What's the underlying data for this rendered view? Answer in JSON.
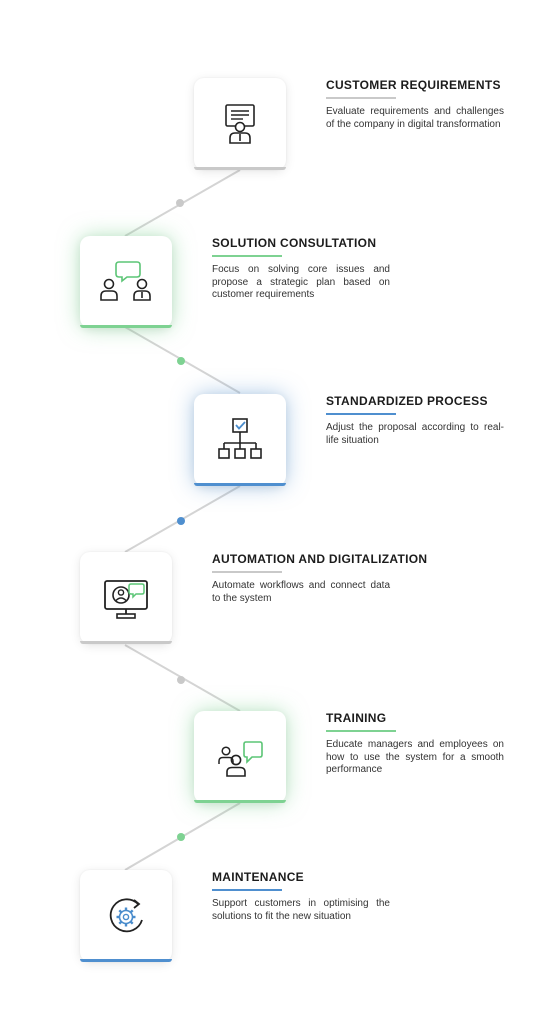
{
  "colors": {
    "gray": "#c9c9c9",
    "green": "#7ed292",
    "blue": "#4f8fcf",
    "line": "#d4d4d4",
    "icon_stroke": "#222222",
    "icon_green": "#5cc576",
    "icon_blue": "#4a8ccc"
  },
  "steps": [
    {
      "title": "CUSTOMER REQUIREMENTS",
      "description": "Evaluate requirements and challenges of the company in digital transformation",
      "icon": "presenter-board-icon",
      "accent": "gray"
    },
    {
      "title": "SOLUTION CONSULTATION",
      "description": "Focus on solving core issues and propose a strategic plan based on customer requirements",
      "icon": "consultation-chat-icon",
      "accent": "green"
    },
    {
      "title": "STANDARDIZED PROCESS",
      "description": "Adjust the proposal according to real-life situation",
      "icon": "process-hierarchy-icon",
      "accent": "blue"
    },
    {
      "title": "AUTOMATION AND DIGITALIZATION",
      "description": "Automate workflows and connect data to the system",
      "icon": "monitor-user-icon",
      "accent": "gray"
    },
    {
      "title": "TRAINING",
      "description": "Educate managers and employees on how to use the system for a smooth performance",
      "icon": "training-group-icon",
      "accent": "green"
    },
    {
      "title": "MAINTENANCE",
      "description": "Support customers in optimising the solutions to fit the new situation",
      "icon": "gear-refresh-icon",
      "accent": "blue"
    }
  ]
}
